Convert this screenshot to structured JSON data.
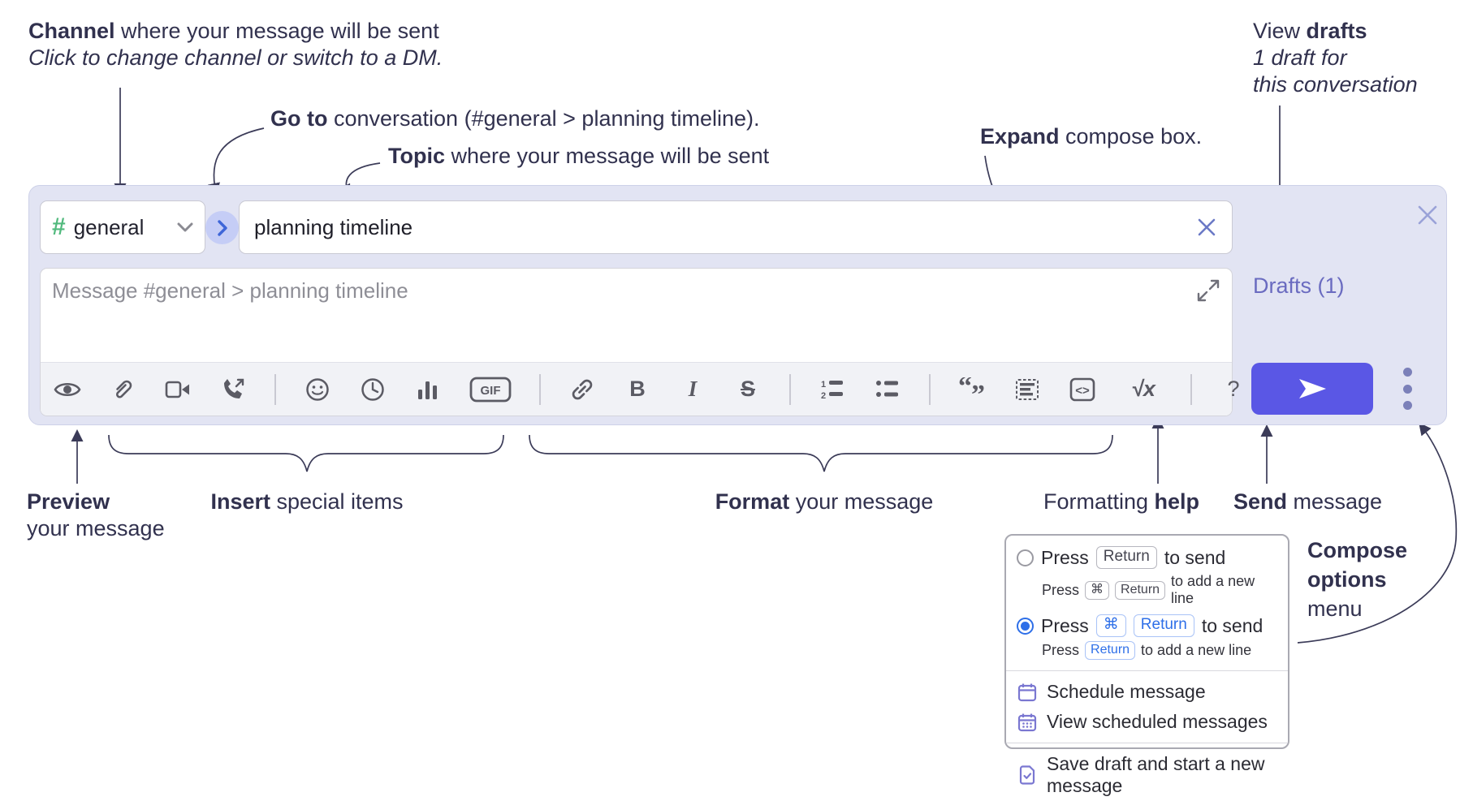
{
  "annotations": {
    "channel": {
      "bold": "Channel",
      "rest": " where your message will be sent",
      "line2": "Click to change channel or switch to a DM."
    },
    "goto": {
      "bold": "Go to",
      "rest": " conversation (#general &gt; planning timeline).",
      "rest_plain": " conversation (#general > planning timeline)."
    },
    "topic": {
      "bold": "Topic",
      "rest": " where your message will be sent"
    },
    "expand": {
      "bold": "Expand",
      "rest": " compose box."
    },
    "drafts": {
      "line1_pre": "View ",
      "line1_bold": "drafts",
      "line2": "1 draft for",
      "line3": "this conversation"
    },
    "preview": {
      "bold": "Preview",
      "line2": "your message"
    },
    "insert": {
      "bold": "Insert",
      "rest": " special items"
    },
    "format": {
      "bold": "Format",
      "rest": " your message"
    },
    "help": {
      "pre": "Formatting ",
      "bold": "help"
    },
    "send": {
      "bold": "Send",
      "rest": " message"
    },
    "compose_options": {
      "line1": "Compose",
      "line2": "options",
      "line3": "menu"
    }
  },
  "compose": {
    "channel_hash": "#",
    "channel_name": "general",
    "topic_value": "planning timeline",
    "message_placeholder": "Message #general > planning timeline",
    "drafts_label": "Drafts (1)",
    "toolbar_icons": [
      "preview-eye",
      "attach-paperclip",
      "start-video-call",
      "start-voice-call",
      "emoji",
      "add-global-time",
      "create-poll",
      "gif",
      "link",
      "bold",
      "italic",
      "strikethrough",
      "numbered-list",
      "bulleted-list",
      "quote",
      "spoiler",
      "code",
      "math",
      "help"
    ],
    "toolbar_labels": {
      "gif": "GIF",
      "bold": "B",
      "italic": "I",
      "strike": "S",
      "code": "<>",
      "math": "√x",
      "help": "?"
    }
  },
  "options_menu": {
    "option1": {
      "press": "Press",
      "key": "Return",
      "rest": "to send"
    },
    "option1_sub": {
      "press": "Press",
      "key1": "⌘",
      "key2": "Return",
      "rest": "to add a new line"
    },
    "option2": {
      "press": "Press",
      "key1": "⌘",
      "key2": "Return",
      "rest": "to send"
    },
    "option2_sub": {
      "press": "Press",
      "key": "Return",
      "rest": "to add a new line"
    },
    "items": [
      {
        "label": "Schedule message"
      },
      {
        "label": "View scheduled messages"
      },
      {
        "label": "Save draft and start a new message"
      }
    ]
  },
  "colors": {
    "panel_bg": "#e2e4f3",
    "send_button": "#5a57e5",
    "drafts_link": "#6a6bc0",
    "channel_hash_green": "#52ba7e",
    "key_blue": "#2e6fe8",
    "menu_icon_purple": "#7a77d1",
    "annotation_ink": "#31314e",
    "toolbar_icon": "#5b5b64"
  }
}
